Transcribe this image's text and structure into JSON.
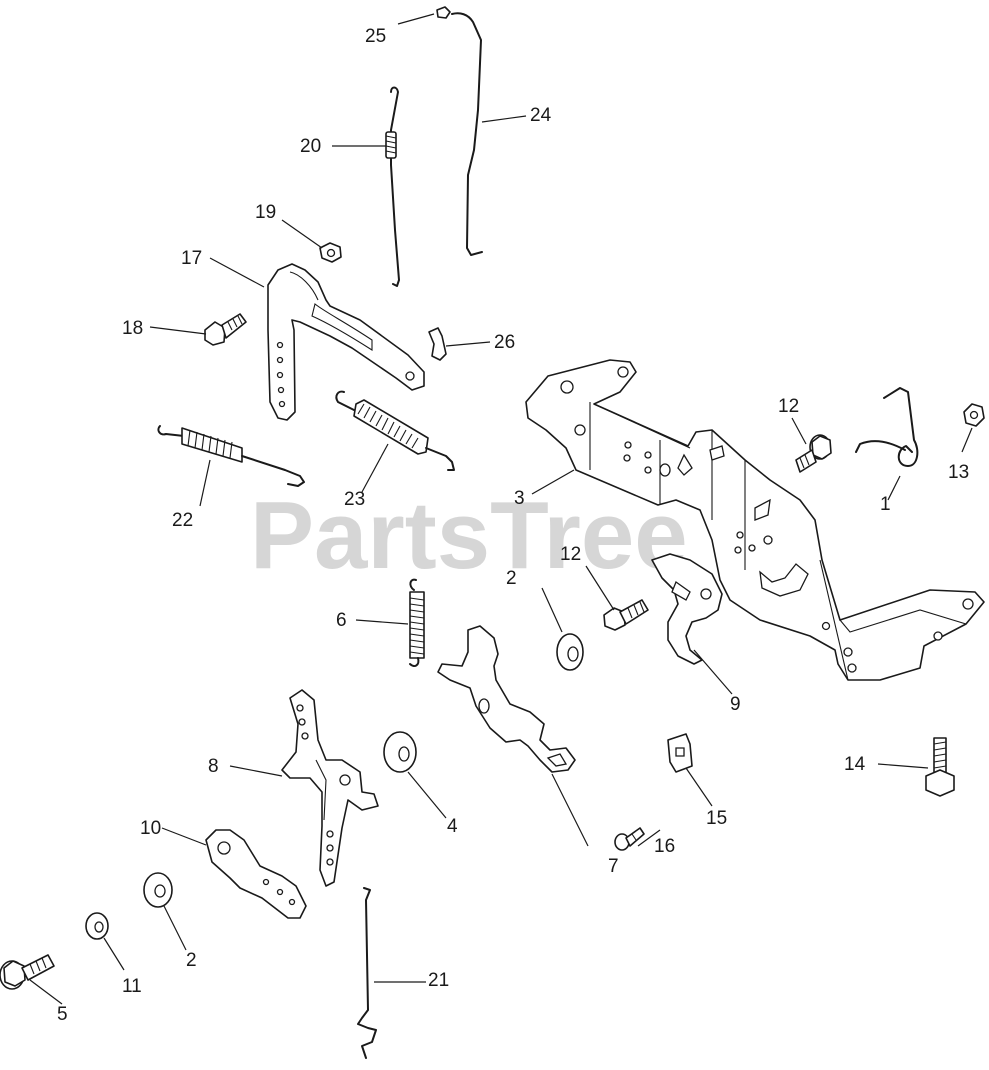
{
  "watermark": {
    "text": "PartsTree",
    "trademark": "™"
  },
  "callouts": [
    {
      "part": "1",
      "label": "1"
    },
    {
      "part": "2",
      "label": "2"
    },
    {
      "part": "2b",
      "label": "2"
    },
    {
      "part": "3",
      "label": "3"
    },
    {
      "part": "4",
      "label": "4"
    },
    {
      "part": "5",
      "label": "5"
    },
    {
      "part": "6",
      "label": "6"
    },
    {
      "part": "7",
      "label": "7"
    },
    {
      "part": "8",
      "label": "8"
    },
    {
      "part": "9",
      "label": "9"
    },
    {
      "part": "10",
      "label": "10"
    },
    {
      "part": "11",
      "label": "11"
    },
    {
      "part": "12",
      "label": "12"
    },
    {
      "part": "12b",
      "label": "12"
    },
    {
      "part": "13",
      "label": "13"
    },
    {
      "part": "14",
      "label": "14"
    },
    {
      "part": "15",
      "label": "15"
    },
    {
      "part": "16",
      "label": "16"
    },
    {
      "part": "17",
      "label": "17"
    },
    {
      "part": "18",
      "label": "18"
    },
    {
      "part": "19",
      "label": "19"
    },
    {
      "part": "20",
      "label": "20"
    },
    {
      "part": "21",
      "label": "21"
    },
    {
      "part": "22",
      "label": "22"
    },
    {
      "part": "23",
      "label": "23"
    },
    {
      "part": "24",
      "label": "24"
    },
    {
      "part": "25",
      "label": "25"
    },
    {
      "part": "26",
      "label": "26"
    }
  ]
}
